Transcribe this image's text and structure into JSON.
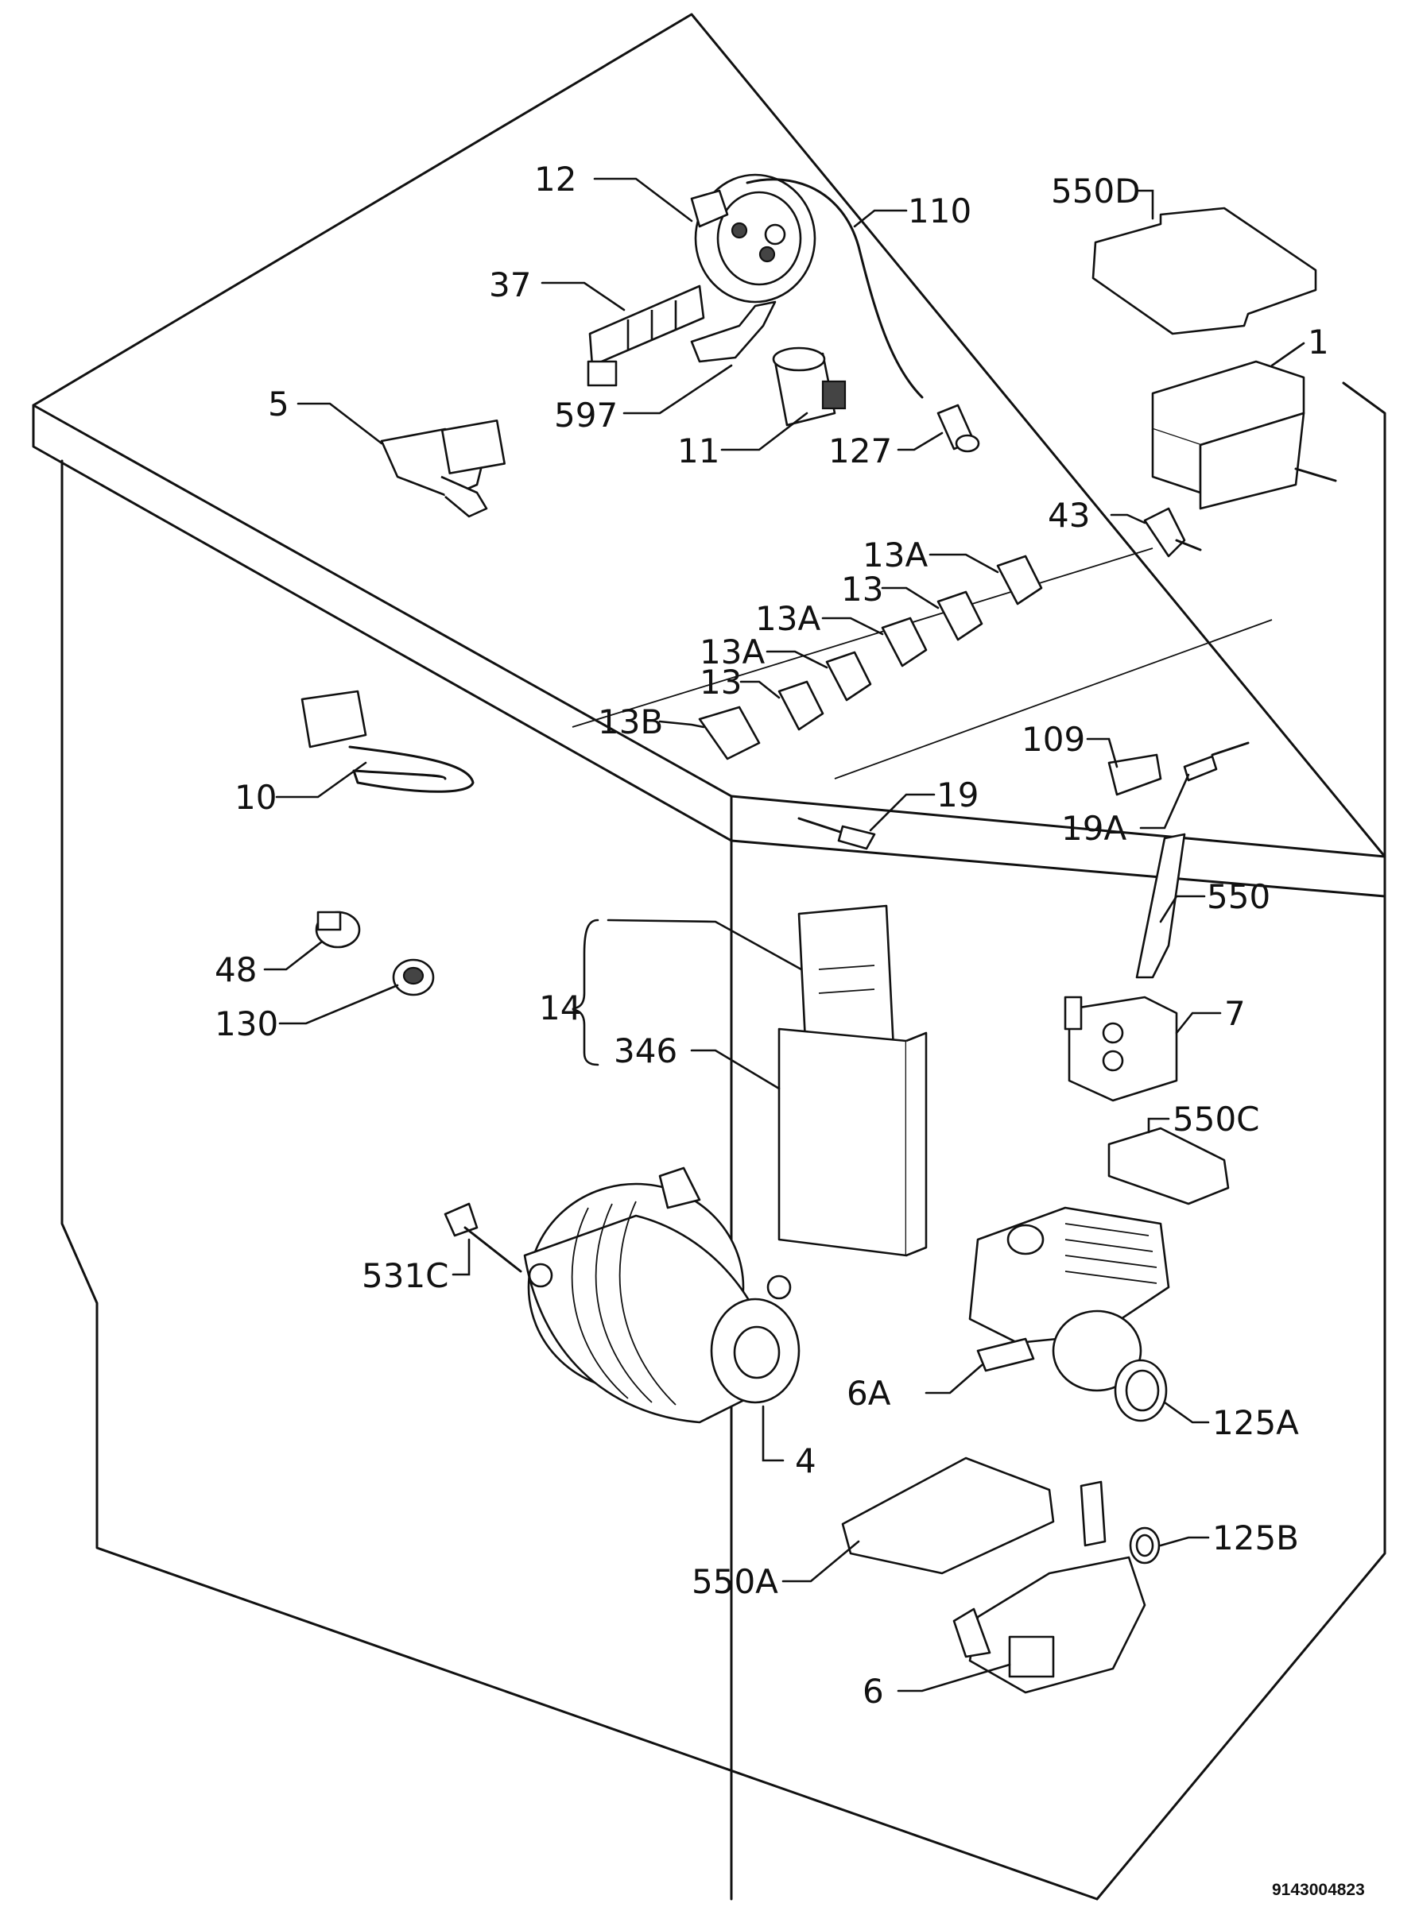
{
  "parts": [
    {
      "id": "p12",
      "label": "12"
    },
    {
      "id": "p110",
      "label": "110"
    },
    {
      "id": "p550D",
      "label": "550D"
    },
    {
      "id": "p37",
      "label": "37"
    },
    {
      "id": "p5",
      "label": "5"
    },
    {
      "id": "p597",
      "label": "597"
    },
    {
      "id": "p1",
      "label": "1"
    },
    {
      "id": "p11",
      "label": "11"
    },
    {
      "id": "p127",
      "label": "127"
    },
    {
      "id": "p43",
      "label": "43"
    },
    {
      "id": "p13A_1",
      "label": "13A"
    },
    {
      "id": "p13_1",
      "label": "13"
    },
    {
      "id": "p13A_2",
      "label": "13A"
    },
    {
      "id": "p13A_3",
      "label": "13A"
    },
    {
      "id": "p13_2",
      "label": "13"
    },
    {
      "id": "p13B",
      "label": "13B"
    },
    {
      "id": "p10",
      "label": "10"
    },
    {
      "id": "p109",
      "label": "109"
    },
    {
      "id": "p19",
      "label": "19"
    },
    {
      "id": "p19A",
      "label": "19A"
    },
    {
      "id": "p550",
      "label": "550"
    },
    {
      "id": "p48",
      "label": "48"
    },
    {
      "id": "p14",
      "label": "14"
    },
    {
      "id": "p130",
      "label": "130"
    },
    {
      "id": "p7",
      "label": "7"
    },
    {
      "id": "p346",
      "label": "346"
    },
    {
      "id": "p550C",
      "label": "550C"
    },
    {
      "id": "p531C",
      "label": "531C"
    },
    {
      "id": "p6A",
      "label": "6A"
    },
    {
      "id": "p125A",
      "label": "125A"
    },
    {
      "id": "p4",
      "label": "4"
    },
    {
      "id": "p125B",
      "label": "125B"
    },
    {
      "id": "p550A",
      "label": "550A"
    },
    {
      "id": "p6",
      "label": "6"
    }
  ],
  "document_number": "9143004823"
}
